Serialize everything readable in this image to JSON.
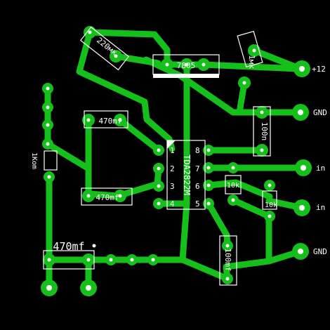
{
  "colors": {
    "background": "#000000",
    "copper": "#15c01a",
    "silkscreen": "#ffffff",
    "drill": "#ffffff"
  },
  "components": {
    "c_220": {
      "label": "220мк"
    },
    "vreg": {
      "label": "7805"
    },
    "c_top_right": {
      "label": "1мк"
    },
    "c_100n": {
      "label": "100n"
    },
    "c_470_top": {
      "label": "470mf"
    },
    "c_470_mid": {
      "label": "470mf"
    },
    "resistor_1k": {
      "label": "1Kom"
    },
    "ic": {
      "label": "TDA2822M",
      "pins": [
        "1",
        "2",
        "3",
        "4",
        "8",
        "7",
        "6",
        "5"
      ]
    },
    "r_10k_a": {
      "label": "10k"
    },
    "r_10k_b": {
      "label": "10k"
    },
    "c_100mf": {
      "label": "100mf"
    },
    "c_470_bottom": {
      "label": "470mf"
    }
  },
  "terminals": {
    "plus12": "+12",
    "gnd1": "GND",
    "in_l": "in L",
    "in_r": "in R",
    "gnd2": "GND"
  }
}
